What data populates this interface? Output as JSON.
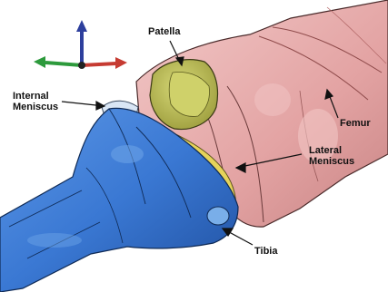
{
  "labels": {
    "patella": "Patella",
    "internal_meniscus": "Internal\nMeniscus",
    "femur": "Femur",
    "lateral_meniscus": "Lateral\nMeniscus",
    "tibia": "Tibia"
  },
  "colors": {
    "femur": "#e3a7a7",
    "patella": "#bdbf55",
    "tibia": "#3a79d4",
    "meniscus": "#e6d35a",
    "axis_x": "#c63b32",
    "axis_y": "#2d9a3c",
    "axis_z": "#2d3f9d"
  }
}
